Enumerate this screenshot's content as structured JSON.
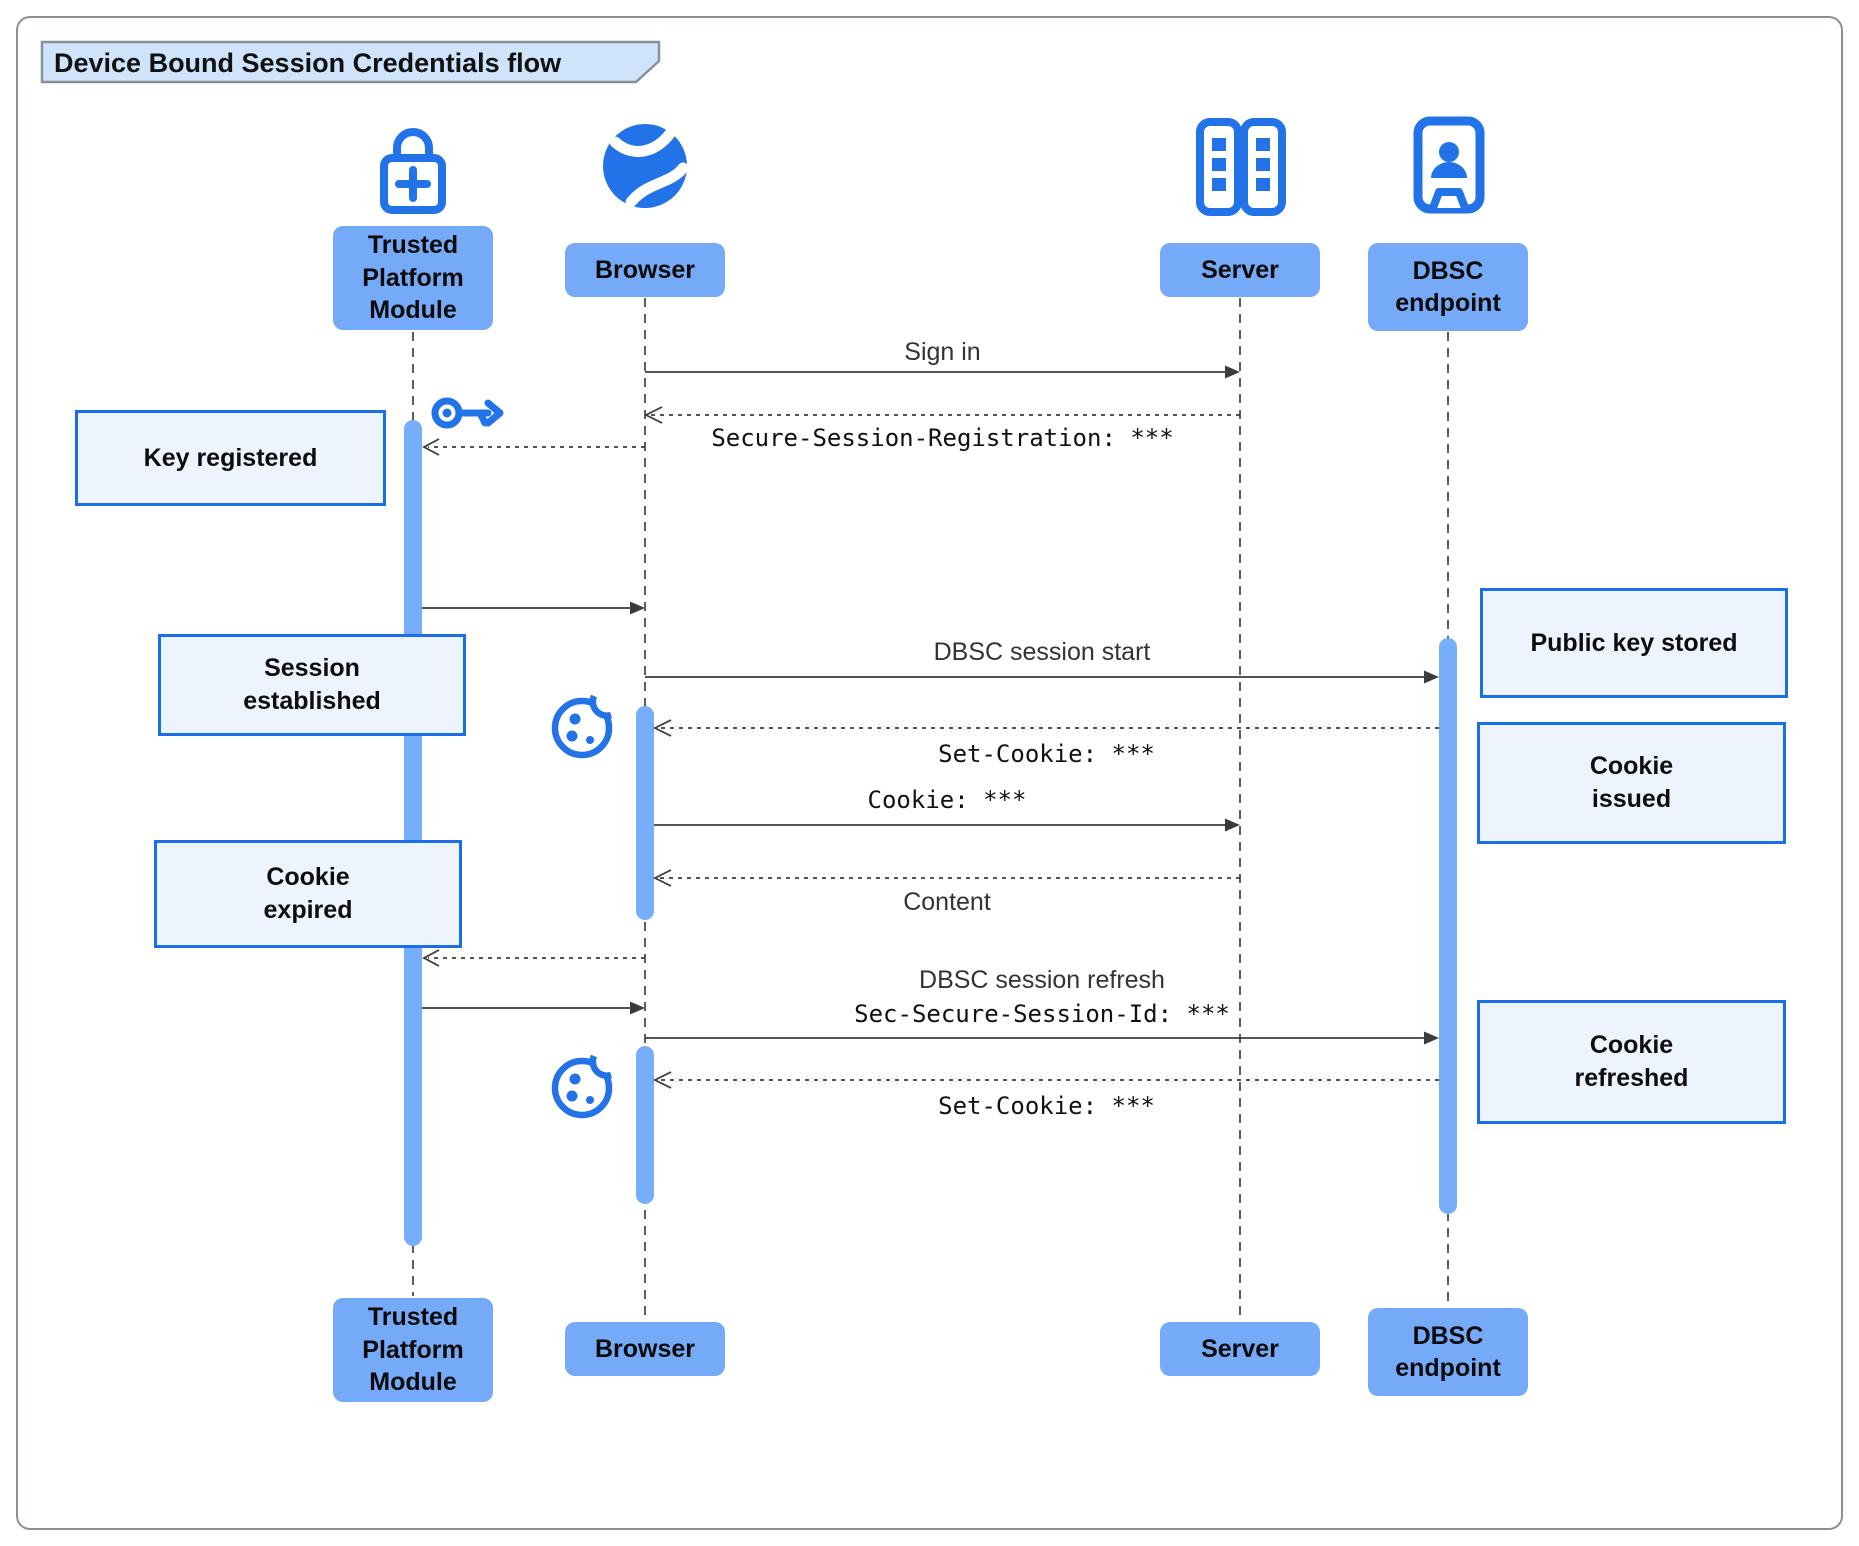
{
  "title": "Device Bound Session Credentials flow",
  "actors": {
    "tpm": "Trusted\nPlatform\nModule",
    "browser": "Browser",
    "server": "Server",
    "dbsc": "DBSC\nendpoint"
  },
  "messages": {
    "sign_in": "Sign in",
    "secure_session_registration": "Secure-Session-Registration: ***",
    "dbsc_session_start": "DBSC session start",
    "set_cookie_1": "Set-Cookie: ***",
    "cookie": "Cookie: ***",
    "content": "Content",
    "dbsc_session_refresh": "DBSC session refresh",
    "sec_secure_session_id": "Sec-Secure-Session-Id: ***",
    "set_cookie_2": "Set-Cookie: ***"
  },
  "notes": {
    "key_registered": "Key registered",
    "session_established": "Session\nestablished",
    "cookie_expired": "Cookie\nexpired",
    "public_key_stored": "Public key stored",
    "cookie_issued": "Cookie\nissued",
    "cookie_refreshed": "Cookie\nrefreshed"
  },
  "icons": {
    "tpm": "lock-plus-icon",
    "browser": "globe-icon",
    "server": "server-racks-icon",
    "dbsc": "badge-person-icon",
    "key": "key-icon",
    "cookie": "cookie-icon"
  },
  "colors": {
    "icon_blue": "#2272E8",
    "actor_label_fill": "#74AAF7",
    "activation_fill": "#77AEF9",
    "note_fill": "#EEF4FD",
    "note_border": "#1A6FE8",
    "title_fill": "#CFE3FB",
    "line": "#3B3B3B"
  }
}
